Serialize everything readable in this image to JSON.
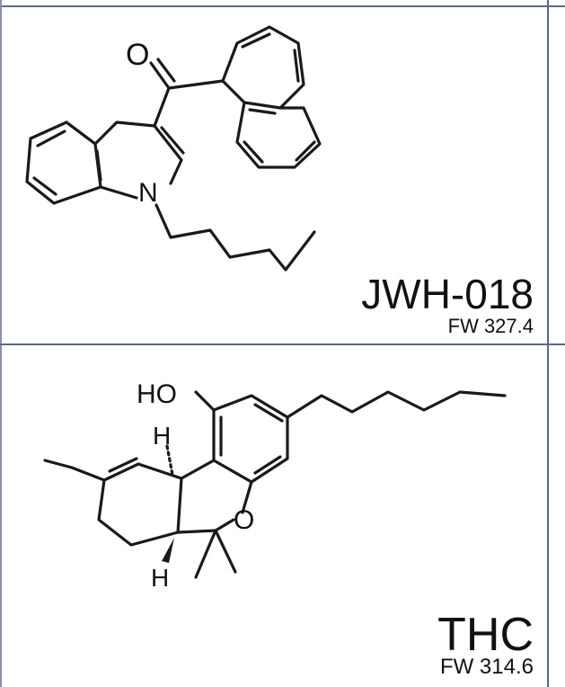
{
  "compounds": [
    {
      "name": "JWH-018",
      "formula_weight": "FW 327.4",
      "atom_labels": {
        "oxygen": "O",
        "nitrogen": "N"
      }
    },
    {
      "name": "THC",
      "formula_weight": "FW 314.6",
      "atom_labels": {
        "hydroxyl": "HO",
        "oxygen": "O",
        "hydrogen_top": "H",
        "hydrogen_bottom": "H"
      }
    }
  ],
  "colors": {
    "grid_line": "#5b6796",
    "ink": "#111111",
    "background": "#ffffff"
  }
}
